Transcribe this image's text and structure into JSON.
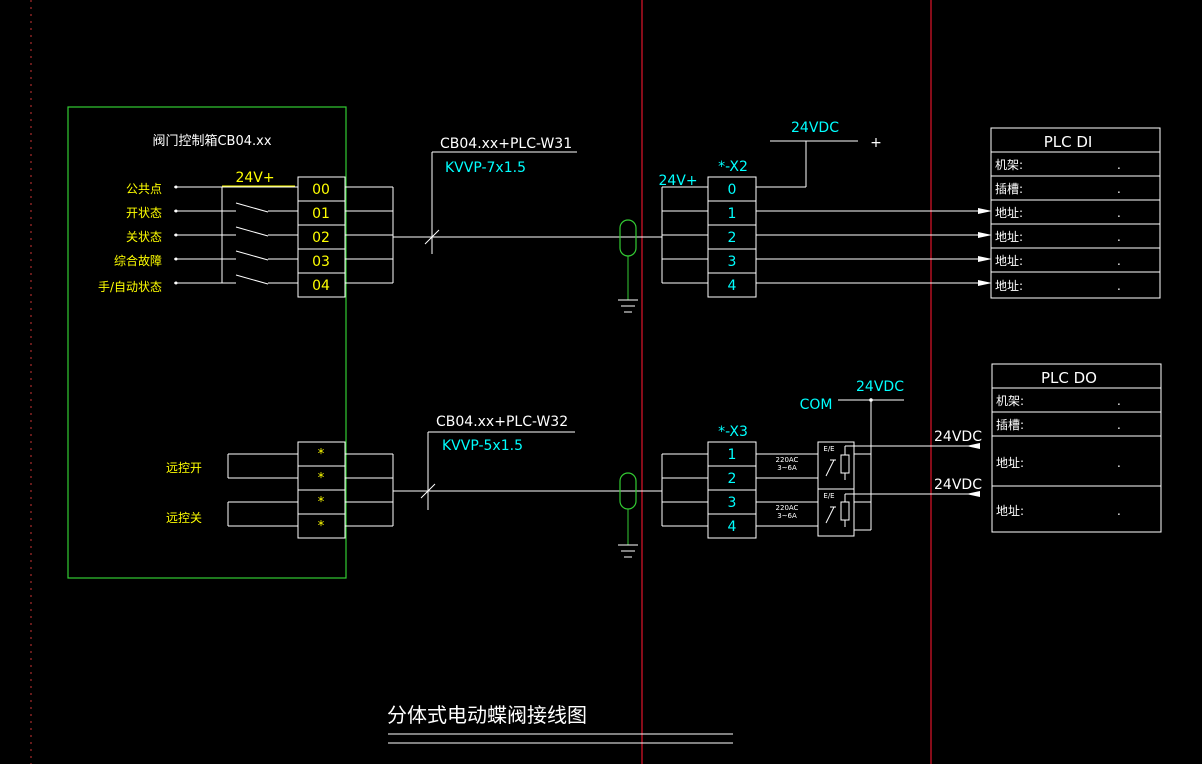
{
  "colors": {
    "background": "#000000",
    "wire": "#ffffff",
    "cabinet_border": "#33cc33",
    "ground": "#33cc33",
    "label_cyan": "#00ffff",
    "label_yellow": "#ffff00",
    "frame_red": "#e0142a",
    "shield": "#33cc33"
  },
  "cabinet": {
    "title": "阀门控制箱CB04.xx",
    "supply_label": "24V+",
    "di_signals": [
      "公共点",
      "开状态",
      "关状态",
      "综合故障",
      "手/自动状态"
    ],
    "di_terminals": [
      "00",
      "01",
      "02",
      "03",
      "04"
    ],
    "do_signals": [
      "远控开",
      "远控关"
    ],
    "do_terminals": [
      "*",
      "*",
      "*",
      "*"
    ]
  },
  "cable_w31": {
    "id": "CB04.xx+PLC-W31",
    "type": "KVVP-7x1.5"
  },
  "cable_w32": {
    "id": "CB04.xx+PLC-W32",
    "type": "KVVP-5x1.5"
  },
  "x2": {
    "name": "*-X2",
    "supply_label": "24V+",
    "terminals": [
      "0",
      "1",
      "2",
      "3",
      "4"
    ],
    "vdc_label": "24VDC",
    "plus_label": "+"
  },
  "x3": {
    "name": "*-X3",
    "terminals": [
      "1",
      "2",
      "3",
      "4"
    ],
    "com_label": "COM",
    "vdc_label": "24VDC",
    "relay_ratings": [
      "220AC\n3~6A",
      "220AC\n3~6A"
    ],
    "relay_codes": [
      "E/E",
      "E/E"
    ]
  },
  "plc_di": {
    "title": "PLC  DI",
    "rows": [
      {
        "label": "机架:",
        "value": "."
      },
      {
        "label": "插槽:",
        "value": "."
      },
      {
        "label": "地址:",
        "value": "."
      },
      {
        "label": "地址:",
        "value": "."
      },
      {
        "label": "地址:",
        "value": "."
      },
      {
        "label": "地址:",
        "value": "."
      }
    ]
  },
  "plc_do": {
    "title": "PLC  DO",
    "rows": [
      {
        "label": "机架:",
        "value": "."
      },
      {
        "label": "插槽:",
        "value": "."
      },
      {
        "label": "地址:",
        "value": "."
      },
      {
        "label": "地址:",
        "value": "."
      }
    ],
    "input_labels": [
      "24VDC",
      "24VDC"
    ]
  },
  "drawing_title": "分体式电动蝶阀接线图"
}
